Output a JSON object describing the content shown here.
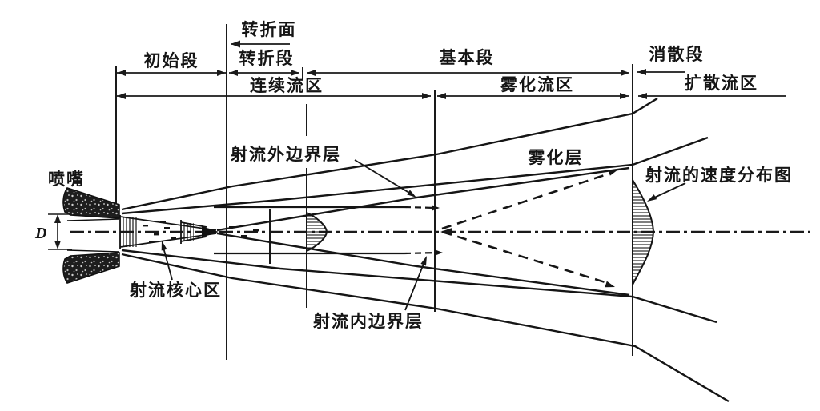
{
  "figure": {
    "background": "#ffffff",
    "line_color": "#1a1a1a",
    "labels": {
      "nozzle": "喷嘴",
      "diameter": "D",
      "transition_plane": "转折面",
      "initial_section": "初始段",
      "transition_section": "转折段",
      "basic_section": "基本段",
      "dissipation_section": "消散段",
      "continuous_flow_region": "连续流区",
      "atomized_flow_region": "雾化流区",
      "diffusion_flow_region": "扩散流区",
      "jet_outer_boundary_layer": "射流外边界层",
      "atomization_layer": "雾化层",
      "jet_velocity_profile": "射流的速度分布图",
      "jet_core_region": "射流核心区",
      "jet_inner_boundary_layer": "射流内边界层"
    }
  }
}
